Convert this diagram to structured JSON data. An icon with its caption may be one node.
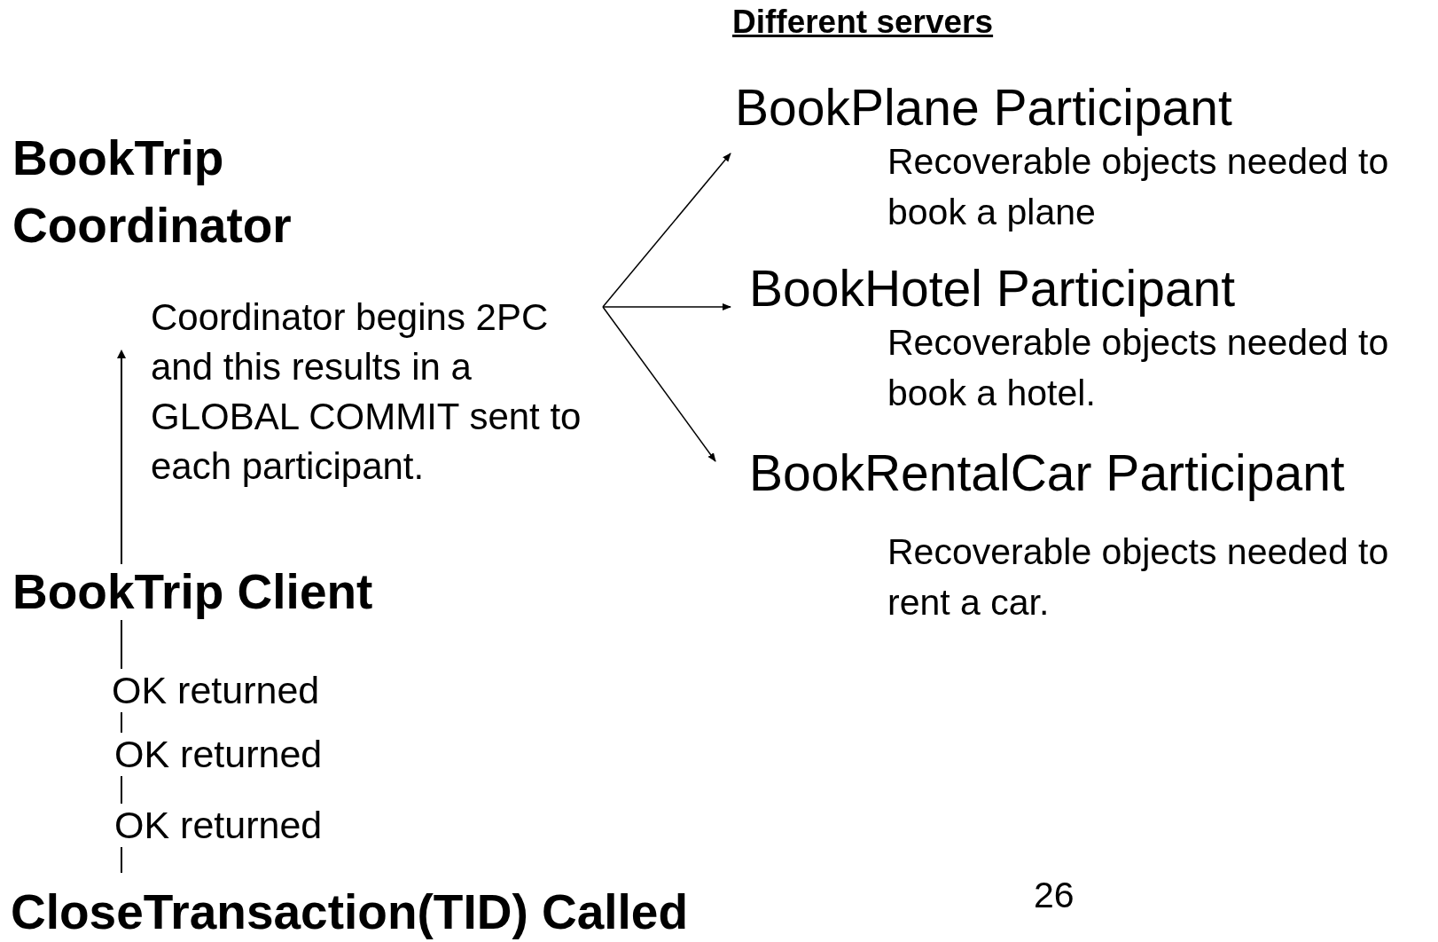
{
  "diagram": {
    "title": "Different servers",
    "nodes": [
      {
        "text": [
          "Coordinator begins 2PC and this results in a GLOBAL COMMIT sent to each participant."
        ]
      },
      {
        "text": [
          "BookPlane Participant",
          "Recoverable objects needed to book a plane"
        ]
      },
      {
        "text": [
          "BookHotel Participant",
          "Recoverable objects needed to book a hotel."
        ]
      },
      {
        "text": [
          "BookRentalCar Participant",
          "Recoverable objects needed to rent a car."
        ]
      }
    ],
    "edges": [
      {
        "from": 0,
        "to": 1,
        "arrow": "to"
      },
      {
        "from": 0,
        "to": 2,
        "arrow": "to"
      },
      {
        "from": 0,
        "to": 3,
        "arrow": "to"
      }
    ],
    "labels": [
      "BookTrip Coordinator",
      "BookTrip Client",
      "OK returned",
      "OK returned",
      "OK returned",
      "CloseTransaction(TID) Called",
      "26"
    ]
  }
}
